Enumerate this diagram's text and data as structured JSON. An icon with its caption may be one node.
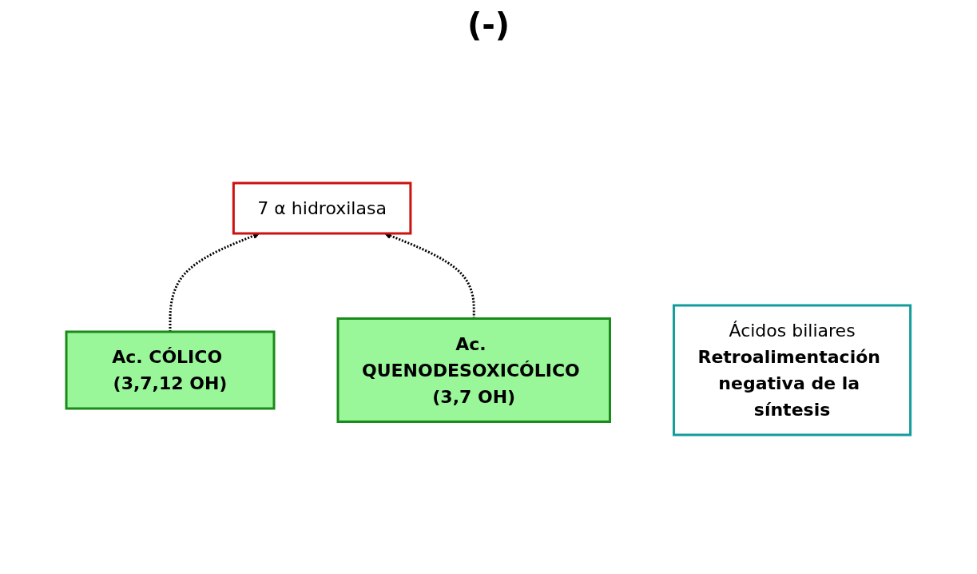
{
  "diagram": {
    "nodes": [
      {
        "text": [
          "7 α hidroxilasa"
        ]
      },
      {
        "text": [
          "Ac. CÓLICO (3,7,12 OH)"
        ]
      },
      {
        "text": [
          "Ac. QUENODESOXICÓLICO (3,7 OH)"
        ]
      },
      {
        "text": [
          "Ácidos biliares",
          "Retroalimentación negativa de la síntesis"
        ]
      }
    ],
    "edges": [
      {
        "from": 1,
        "to": 0,
        "arrow": "to",
        "style": "dashed"
      },
      {
        "from": 2,
        "to": 0,
        "arrow": "to",
        "style": "dashed"
      }
    ],
    "labels": [
      "(-)"
    ]
  }
}
